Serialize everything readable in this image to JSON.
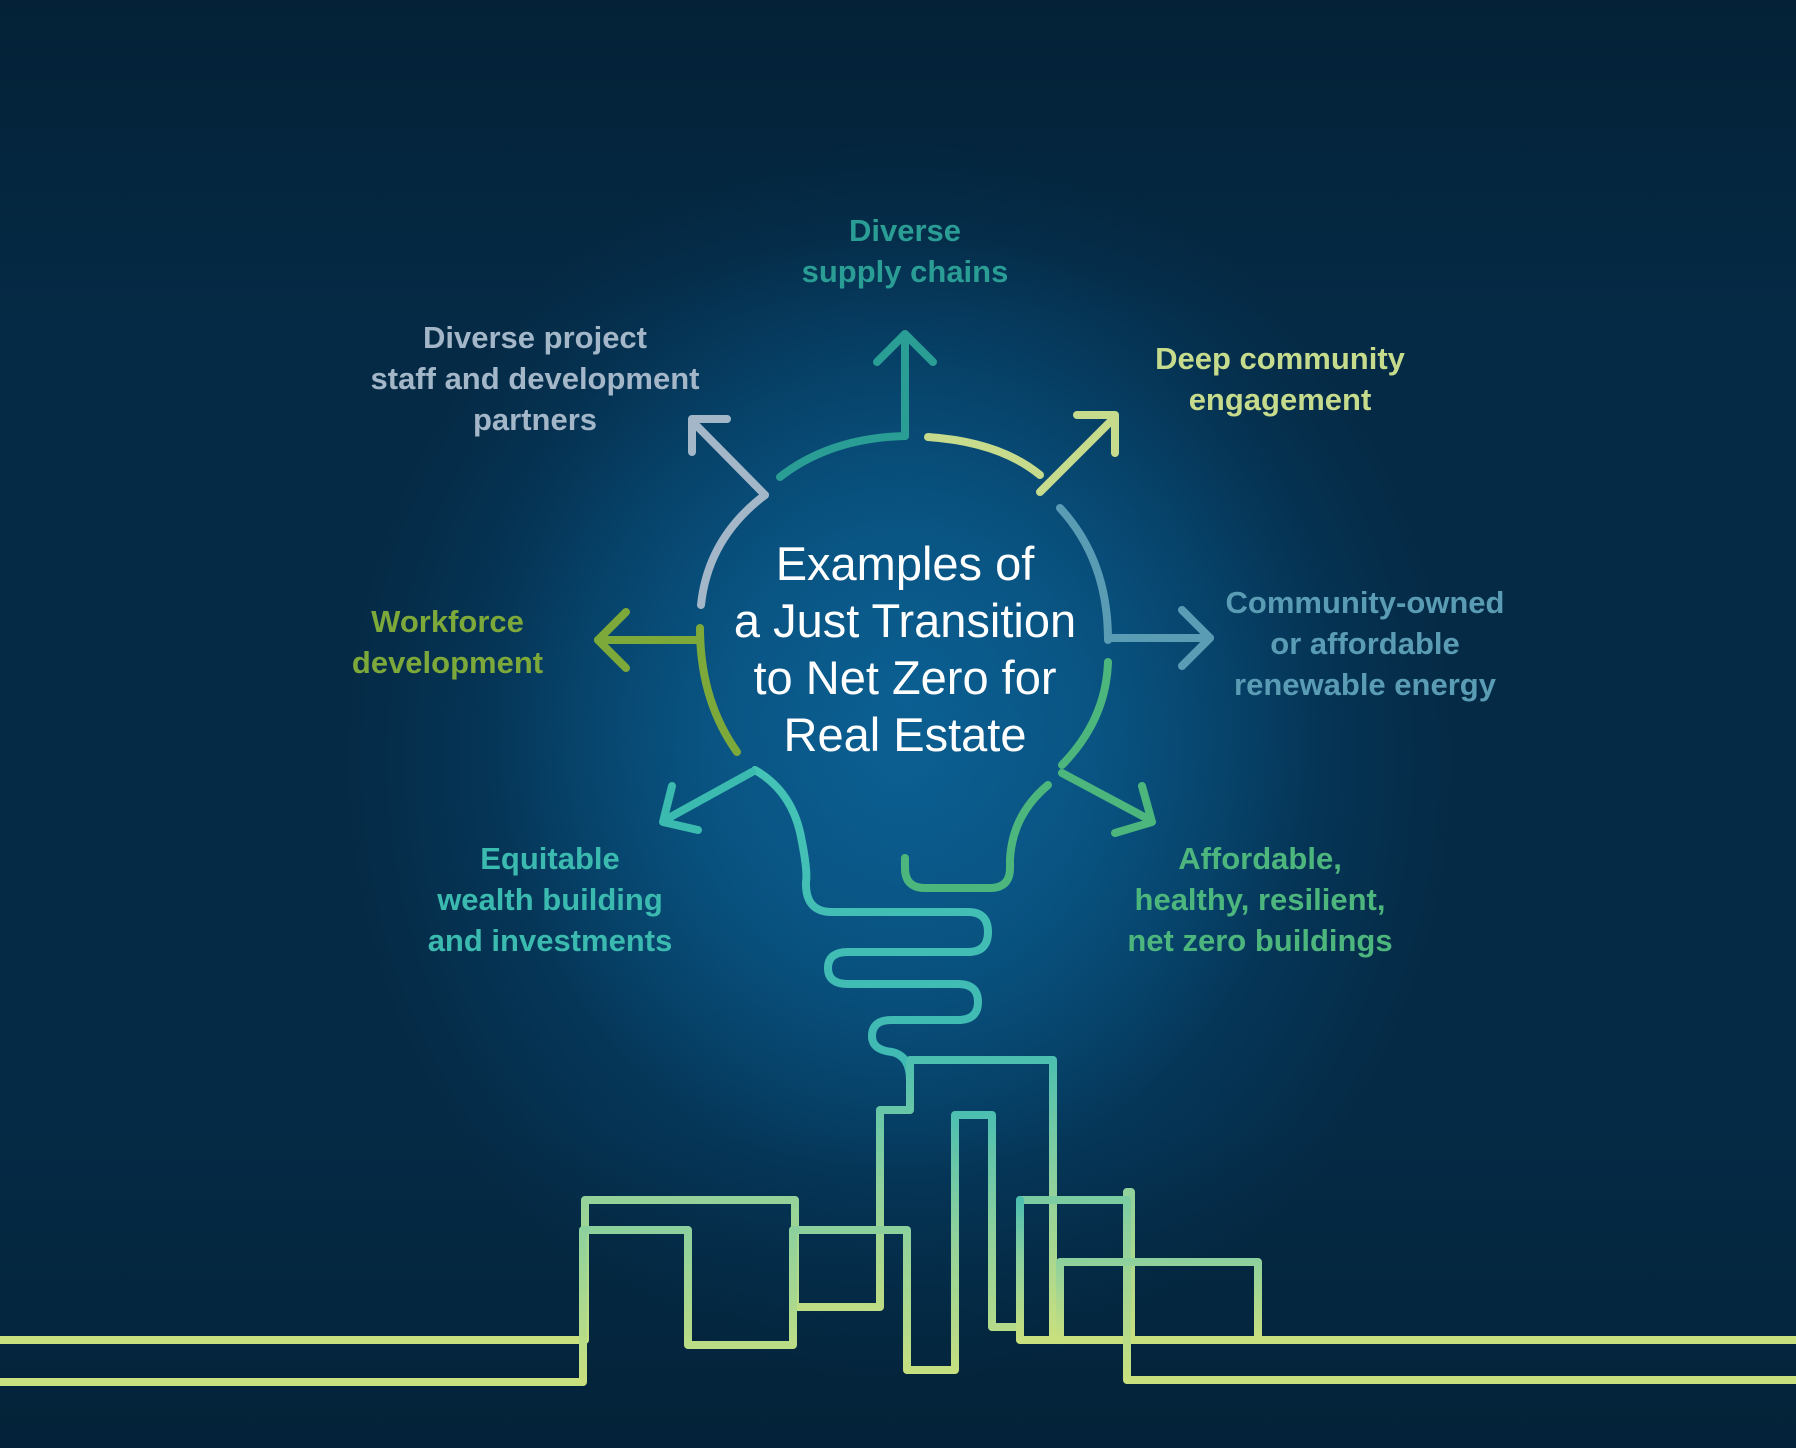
{
  "center_title": [
    "Examples of",
    "a Just Transition",
    "to Net Zero for",
    "Real Estate"
  ],
  "items": [
    {
      "key": "supply_chains",
      "lines": [
        "Diverse",
        "supply chains"
      ],
      "color": "#2a9d95"
    },
    {
      "key": "community_engagement",
      "lines": [
        "Deep community",
        "engagement"
      ],
      "color": "#c6dc8c"
    },
    {
      "key": "renewable_energy",
      "lines": [
        "Community-owned",
        "or affordable",
        "renewable energy"
      ],
      "color": "#5b9cb5"
    },
    {
      "key": "net_zero_buildings",
      "lines": [
        "Affordable,",
        "healthy, resilient,",
        "net zero buildings"
      ],
      "color": "#4db67d"
    },
    {
      "key": "wealth_building",
      "lines": [
        "Equitable",
        "wealth building",
        "and investments"
      ],
      "color": "#3bbbb0"
    },
    {
      "key": "workforce",
      "lines": [
        "Workforce",
        "development"
      ],
      "color": "#7da83a"
    },
    {
      "key": "project_staff",
      "lines": [
        "Diverse project",
        "staff and development",
        "partners"
      ],
      "color": "#a3b7c9"
    }
  ]
}
